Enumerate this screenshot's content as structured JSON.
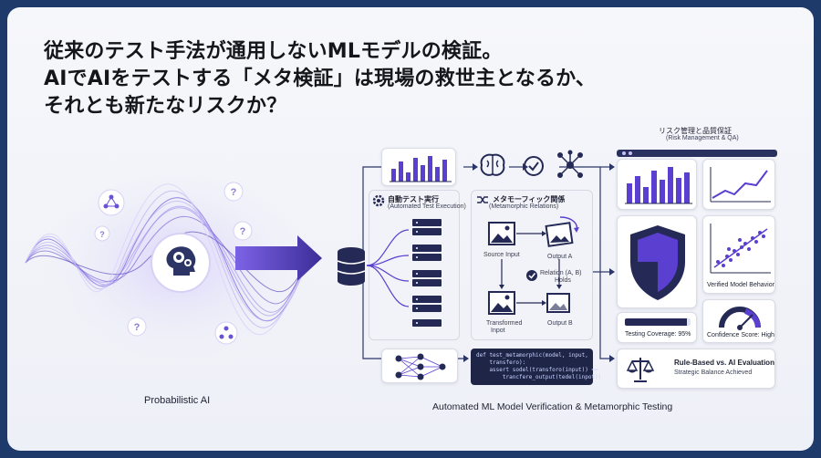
{
  "title": {
    "line1": "従来のテスト手法が通用しないMLモデルの検証。",
    "line2": "AIでAIをテストする「メタ検証」は現場の救世主となるか、",
    "line3": "それとも新たなリスクか？"
  },
  "left": {
    "caption": "Probabilistic AI"
  },
  "center": {
    "caption": "Automated ML Model Verification & Metamorphic Testing",
    "auto_test_jp": "自動テスト実行",
    "auto_test_en": "(Automated Test Execution)",
    "meta_jp": "メタモーフィック関係",
    "meta_en": "(Metamorphic Relations)",
    "source_input": "Source Input",
    "output_a": "Output A",
    "relation_line1": "Relation (A, B)",
    "relation_line2": "Holds",
    "transformed_line1": "Transformed",
    "transformed_line2": "Inpot",
    "output_b": "Output B",
    "code_text": "def test_metamorphic(model, input,\n    transfero):\n    assert sodel(transforo(input)) ==\n        trancfere_output(tedel(inpot))"
  },
  "right": {
    "title_jp": "リスク管理と品質保証",
    "title_en": "(Risk Management & QA)",
    "verified": "Verified Model Behavior",
    "coverage": "Testing Coverage: 95%",
    "coverage_pct": 95,
    "confidence": "Confidence Score: High",
    "rule_title": "Rule-Based vs. AI Evaluation",
    "rule_sub": "Strategic Balance Achieved"
  },
  "colors": {
    "accent": "#5a3fd0",
    "navy": "#242a55",
    "light": "#c9c0f2",
    "background": "#1e3a6b"
  }
}
